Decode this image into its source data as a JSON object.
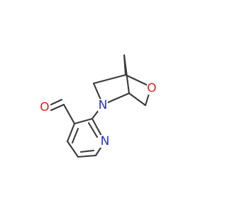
{
  "atoms": {
    "aldehyde_oxygen": {
      "symbol": "O",
      "color": "#e0241c"
    },
    "amine_nitrogen": {
      "symbol": "N",
      "color": "#2630d6"
    },
    "pyridine_nitrogen": {
      "symbol": "N",
      "color": "#2630d6"
    },
    "ether_oxygen": {
      "symbol": "O",
      "color": "#e0241c"
    }
  },
  "bond_color": "#3a3a3a"
}
